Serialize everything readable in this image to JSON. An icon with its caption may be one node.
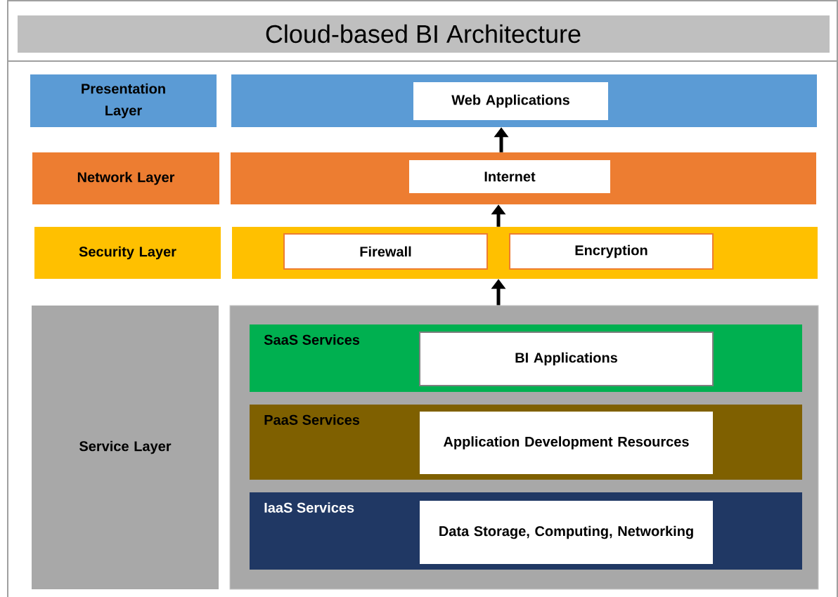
{
  "diagram": {
    "title": "Cloud-based BI Architecture",
    "nodes": [
      {
        "text": [
          "Presentation Layer"
        ]
      },
      {
        "text": [],
        "shape": "bar"
      },
      {
        "text": [
          "Web Applications"
        ],
        "in": 1
      },
      {
        "text": [
          "Network Layer"
        ]
      },
      {
        "text": [],
        "shape": "bar"
      },
      {
        "text": [
          "Internet"
        ],
        "in": 4
      },
      {
        "text": [
          "Security Layer"
        ]
      },
      {
        "text": [],
        "shape": "bar"
      },
      {
        "text": [
          "Firewall"
        ],
        "in": 7
      },
      {
        "text": [
          "Encryption"
        ],
        "in": 7
      },
      {
        "text": [
          "Service Layer"
        ]
      },
      {
        "text": [],
        "shape": "box"
      },
      {
        "text": [
          "SaaS Services"
        ],
        "in": 11
      },
      {
        "text": [
          "BI Applications"
        ],
        "in": 12
      },
      {
        "text": [
          "PaaS Services"
        ],
        "in": 11
      },
      {
        "text": [
          "Application Development Resources"
        ],
        "in": 14
      },
      {
        "text": [
          "IaaS Services"
        ],
        "in": 11
      },
      {
        "text": [
          "Data Storage, Computing, Networking"
        ],
        "in": 16
      }
    ],
    "edges": [
      {
        "from": 4,
        "to": 1,
        "arrow": "to"
      },
      {
        "from": 7,
        "to": 4,
        "arrow": "to"
      },
      {
        "from": 11,
        "to": 7,
        "arrow": "to"
      }
    ]
  }
}
